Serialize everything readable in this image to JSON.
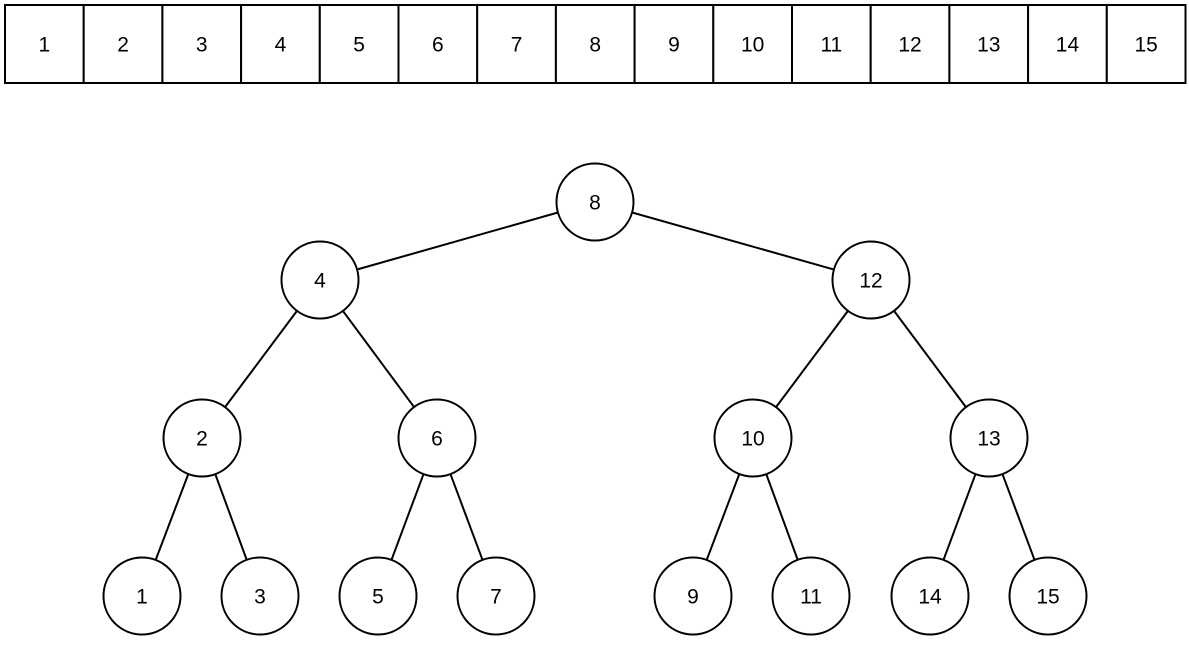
{
  "array": {
    "cells": [
      "1",
      "2",
      "3",
      "4",
      "5",
      "6",
      "7",
      "8",
      "9",
      "10",
      "11",
      "12",
      "13",
      "14",
      "15"
    ]
  },
  "tree": {
    "nodes": [
      {
        "id": "n8",
        "label": "8"
      },
      {
        "id": "n4",
        "label": "4"
      },
      {
        "id": "n12",
        "label": "12"
      },
      {
        "id": "n2",
        "label": "2"
      },
      {
        "id": "n6",
        "label": "6"
      },
      {
        "id": "n10",
        "label": "10"
      },
      {
        "id": "n13",
        "label": "13"
      },
      {
        "id": "n1",
        "label": "1"
      },
      {
        "id": "n3",
        "label": "3"
      },
      {
        "id": "n5",
        "label": "5"
      },
      {
        "id": "n7",
        "label": "7"
      },
      {
        "id": "n9",
        "label": "9"
      },
      {
        "id": "n11",
        "label": "11"
      },
      {
        "id": "n14",
        "label": "14"
      },
      {
        "id": "n15",
        "label": "15"
      }
    ],
    "edges": [
      [
        "n8",
        "n4"
      ],
      [
        "n8",
        "n12"
      ],
      [
        "n4",
        "n2"
      ],
      [
        "n4",
        "n6"
      ],
      [
        "n12",
        "n10"
      ],
      [
        "n12",
        "n13"
      ],
      [
        "n2",
        "n1"
      ],
      [
        "n2",
        "n3"
      ],
      [
        "n6",
        "n5"
      ],
      [
        "n6",
        "n7"
      ],
      [
        "n10",
        "n9"
      ],
      [
        "n10",
        "n11"
      ],
      [
        "n13",
        "n14"
      ],
      [
        "n13",
        "n15"
      ]
    ]
  }
}
